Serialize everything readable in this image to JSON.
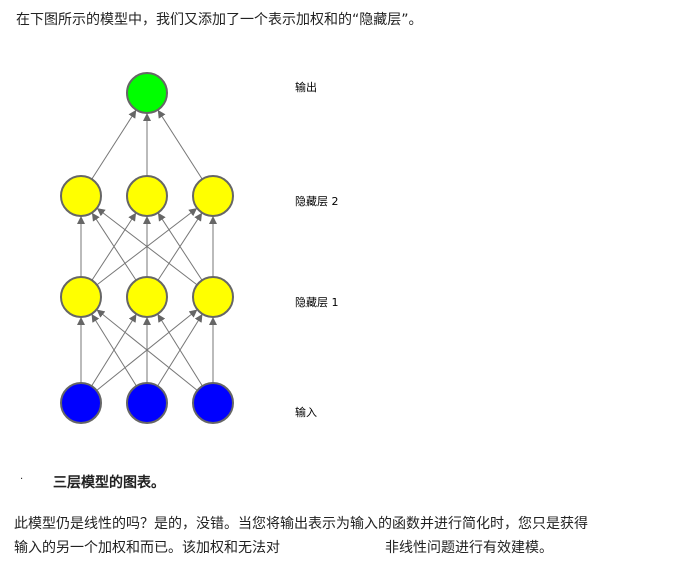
{
  "intro": "在下图所示的模型中，我们又添加了一个表示加权和的“隐藏层”。",
  "diagram": {
    "layers": [
      {
        "label": "输入",
        "count": 3,
        "color": "#0000ff"
      },
      {
        "label": "隐藏层 1",
        "count": 3,
        "color": "#ffff00"
      },
      {
        "label": "隐藏层 2",
        "count": 3,
        "color": "#ffff00"
      },
      {
        "label": "输出",
        "count": 1,
        "color": "#00ff00"
      }
    ]
  },
  "caption": "三层模型的图表。",
  "body_line1": "此模型仍是线性的吗？是的，没错。当您将输出表示为输入的函数并进行简化时，您只是获得",
  "body_line2a": "输入的另一个加权和而已。该加权和无法对",
  "body_line2b": "非线性问题进行有效建模。"
}
